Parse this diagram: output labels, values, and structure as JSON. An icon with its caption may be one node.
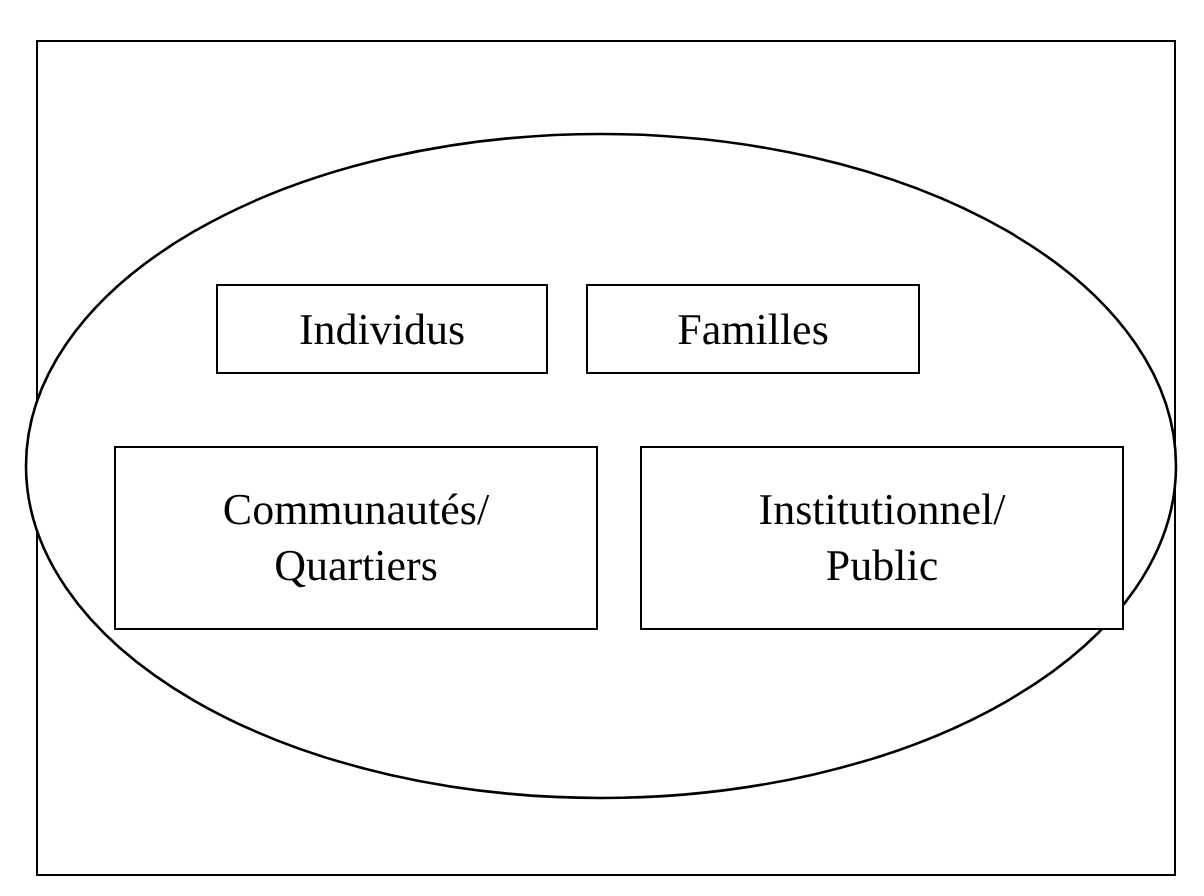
{
  "diagram": {
    "nodes": [
      {
        "text": [],
        "shape": "box"
      },
      {
        "text": [],
        "shape": "ellipse",
        "in": 0
      },
      {
        "text": [
          "Individus"
        ],
        "in": 1
      },
      {
        "text": [
          "Familles"
        ],
        "in": 1
      },
      {
        "text": [
          "Communautés/ Quartiers"
        ],
        "in": 1
      },
      {
        "text": [
          "Institutionnel/ Public"
        ],
        "in": 1
      }
    ]
  }
}
